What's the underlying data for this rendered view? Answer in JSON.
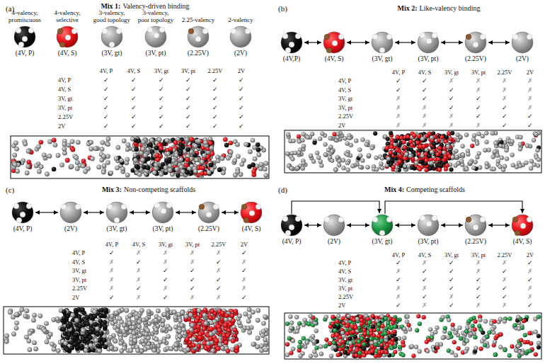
{
  "diagram": {
    "nodes": [
      {
        "text": [
          "4-valency, promiscuous",
          "(4V, P)"
        ]
      },
      {
        "text": [
          "4-valency, selective",
          "(4V, S)"
        ]
      },
      {
        "text": [
          "3-valency, good topology",
          "(3V, gt)"
        ]
      },
      {
        "text": [
          "3-valency, poor topology",
          "(3V, pt)"
        ]
      },
      {
        "text": [
          "2.25-valency",
          "(2.25V)"
        ]
      },
      {
        "text": [
          "2-valency",
          "(2V)"
        ]
      },
      {
        "text": [
          "(4V,P)"
        ]
      },
      {
        "text": [
          "(4V, S)"
        ]
      },
      {
        "text": [
          "(3V, gt)"
        ]
      },
      {
        "text": [
          "(3V, pt)"
        ]
      },
      {
        "text": [
          "(2.25V)"
        ]
      },
      {
        "text": [
          "(2V)"
        ]
      },
      {
        "text": [
          "(4V, P)"
        ]
      },
      {
        "text": [
          "(2V)"
        ]
      },
      {
        "text": [
          "(3V, gt)"
        ]
      },
      {
        "text": [
          "(3V, pt)"
        ]
      },
      {
        "text": [
          "(2.25V)"
        ]
      },
      {
        "text": [
          "(4V, S)"
        ]
      },
      {
        "text": [
          "(4V, P)"
        ]
      },
      {
        "text": [
          "(2V)"
        ]
      },
      {
        "text": [
          "(3V, gt)"
        ]
      },
      {
        "text": [
          "(3V, pt)"
        ]
      },
      {
        "text": [
          "(2.25V)"
        ]
      },
      {
        "text": [
          "(4V, S)"
        ]
      }
    ],
    "edges": [
      {
        "from": 6,
        "to": 7,
        "arrow": "both"
      },
      {
        "from": 7,
        "to": 8,
        "arrow": "both"
      },
      {
        "from": 8,
        "to": 9,
        "arrow": "both"
      },
      {
        "from": 9,
        "to": 10,
        "arrow": "both"
      },
      {
        "from": 10,
        "to": 11,
        "arrow": "both"
      },
      {
        "from": 12,
        "to": 13,
        "arrow": "both"
      },
      {
        "from": 13,
        "to": 14,
        "arrow": "both"
      },
      {
        "from": 14,
        "to": 15,
        "arrow": "both"
      },
      {
        "from": 15,
        "to": 16,
        "arrow": "both"
      },
      {
        "from": 16,
        "to": 17,
        "arrow": "both"
      },
      {
        "from": 18,
        "to": 19,
        "arrow": "both"
      },
      {
        "from": 19,
        "to": 20,
        "arrow": "both"
      },
      {
        "from": 20,
        "to": 21,
        "arrow": "both"
      },
      {
        "from": 21,
        "to": 22,
        "arrow": "both"
      },
      {
        "from": 22,
        "to": 23,
        "arrow": "both"
      },
      {
        "from": 18,
        "to": 20,
        "arrow": "to"
      },
      {
        "from": 20,
        "to": 23,
        "arrow": "to"
      }
    ],
    "labels": [
      "(a)",
      "Mix 1:",
      "Valency-driven binding",
      "4V, P",
      "4V, S",
      "3V, gt",
      "3V, pt",
      "2.25V",
      "2V",
      "4V, P",
      "✓",
      "✓",
      "✓",
      "✓",
      "✓",
      "✓",
      "4V, S",
      "✓",
      "✓",
      "✓",
      "✓",
      "✓",
      "✓",
      "3V, gt",
      "✓",
      "✓",
      "✓",
      "✓",
      "✓",
      "✓",
      "3V, pt",
      "✓",
      "✓",
      "✓",
      "✓",
      "✓",
      "✓",
      "2.25V",
      "✓",
      "✓",
      "✓",
      "✓",
      "✓",
      "✓",
      "2V",
      "✓",
      "✓",
      "✓",
      "✓",
      "✓",
      "✓",
      "(b)",
      "Mix 2:",
      "Like-valency binding",
      "4V, P",
      "4V, S",
      "3V, gt",
      "3V, pt",
      "2.25V",
      "2V",
      "4V, P",
      "✓",
      "✓",
      "✗",
      "✗",
      "✗",
      "✗",
      "4V, S",
      "✓",
      "✓",
      "✓",
      "✗",
      "✗",
      "✗",
      "3V, gt",
      "✗",
      "✓",
      "✓",
      "✓",
      "✗",
      "✗",
      "3V, pt",
      "✗",
      "✗",
      "✓",
      "✓",
      "✓",
      "✗",
      "2.25V",
      "✗",
      "✗",
      "✗",
      "✓",
      "✓",
      "✓",
      "2V",
      "✗",
      "✗",
      "✗",
      "✗",
      "✓",
      "✓",
      "(c)",
      "Mix 3:",
      "Non-competing scaffolds",
      "4V, P",
      "4V, S",
      "3V, gt",
      "3V, pt",
      "2.25V",
      "2V",
      "4V, P",
      "✓",
      "✗",
      "✗",
      "✗",
      "✗",
      "✓",
      "4V, S",
      "✗",
      "✓",
      "✗",
      "✗",
      "✓",
      "✗",
      "3V, gt",
      "✗",
      "✗",
      "✓",
      "✓",
      "✗",
      "✓",
      "3V, pt",
      "✗",
      "✗",
      "✓",
      "✓",
      "✓",
      "✗",
      "2.25V",
      "✗",
      "✓",
      "✗",
      "✓",
      "✓",
      "✗",
      "2V",
      "✓",
      "✗",
      "✓",
      "✗",
      "✗",
      "✓",
      "(d)",
      "Mix 4:",
      "Competing scaffolds",
      "4V, P",
      "4V, S",
      "3V, gt",
      "3V, pt",
      "2.25V",
      "2V",
      "4V, P",
      "✓",
      "✗",
      "✓",
      "✗",
      "✗",
      "✓",
      "4V, S",
      "✗",
      "✓",
      "✓",
      "✗",
      "✓",
      "✗",
      "3V, gt",
      "✓",
      "✓",
      "✓",
      "✓",
      "✗",
      "✓",
      "3V, pt",
      "✗",
      "✗",
      "✓",
      "✓",
      "✓",
      "✗",
      "2.25V",
      "✗",
      "✓",
      "✗",
      "✓",
      "✓",
      "✗",
      "2V",
      "✓",
      "✗",
      "✓",
      "✗",
      "✗",
      "✓"
    ]
  }
}
